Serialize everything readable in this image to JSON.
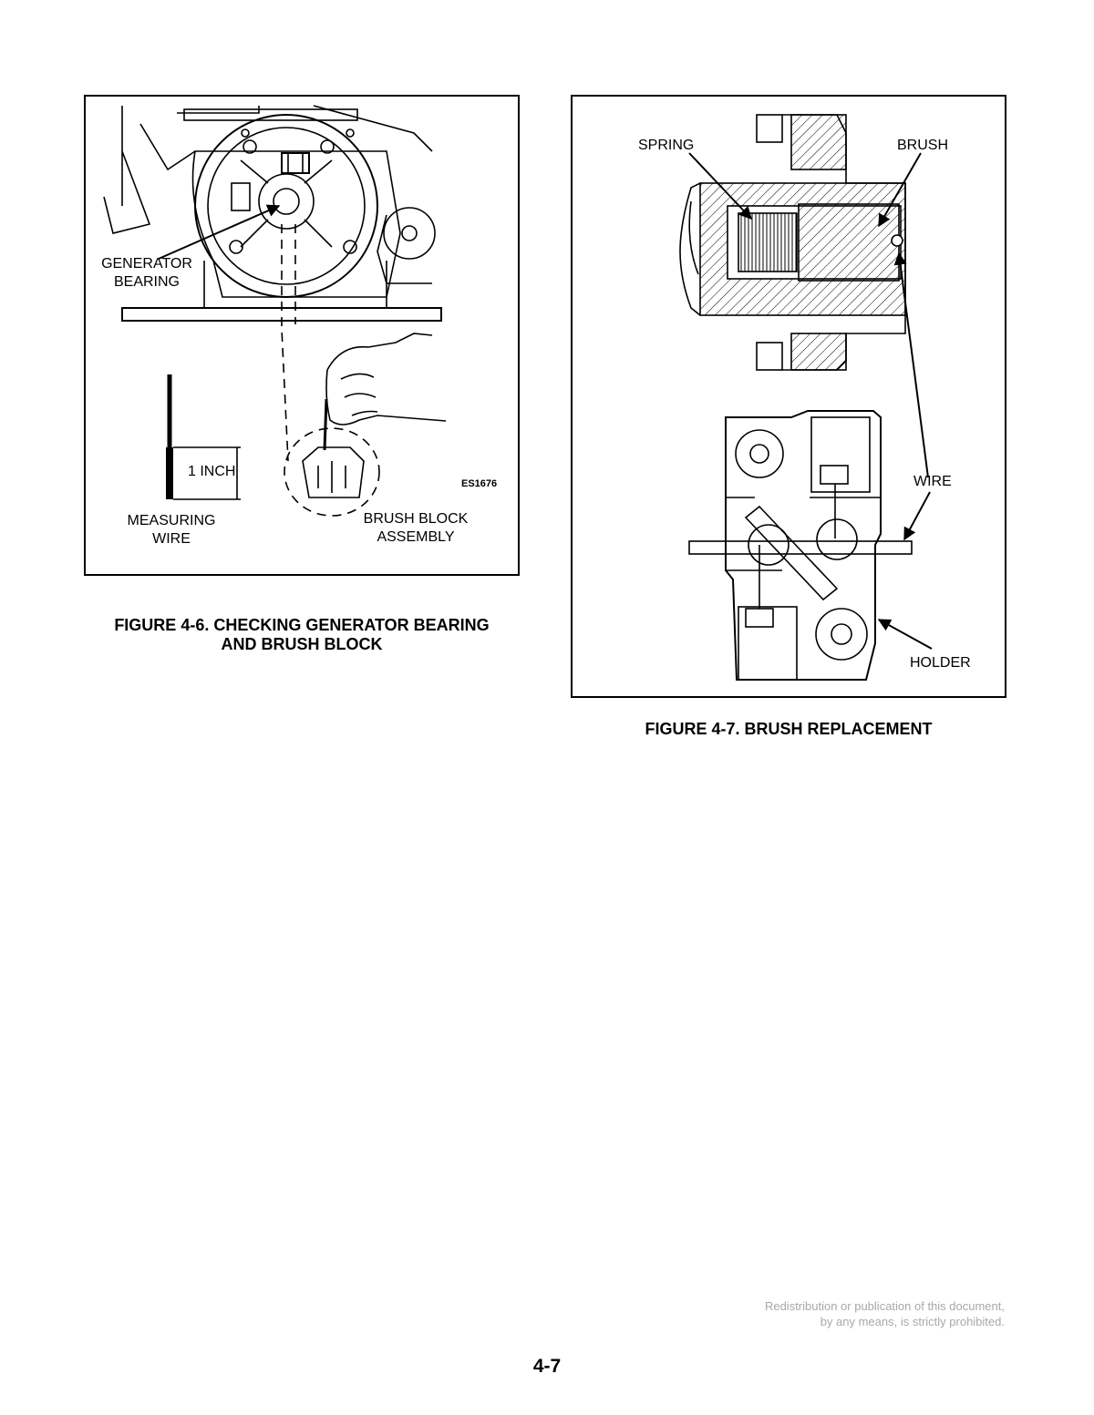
{
  "figure_6": {
    "labels": {
      "generator_bearing": "GENERATOR\nBEARING",
      "one_inch": "1 INCH",
      "measuring_wire": "MEASURING\nWIRE",
      "brush_block_assembly": "BRUSH BLOCK\nASSEMBLY",
      "code": "ES1676"
    },
    "caption_line1": "FIGURE 4-6.  CHECKING GENERATOR BEARING",
    "caption_line2": "AND BRUSH BLOCK"
  },
  "figure_7": {
    "labels": {
      "spring": "SPRING",
      "brush": "BRUSH",
      "wire": "WIRE",
      "holder": "HOLDER"
    },
    "caption": "FIGURE 4-7.  BRUSH REPLACEMENT"
  },
  "footer": {
    "notice_line1": "Redistribution or publication of this document,",
    "notice_line2": "by any means, is strictly prohibited.",
    "page_number": "4-7"
  }
}
